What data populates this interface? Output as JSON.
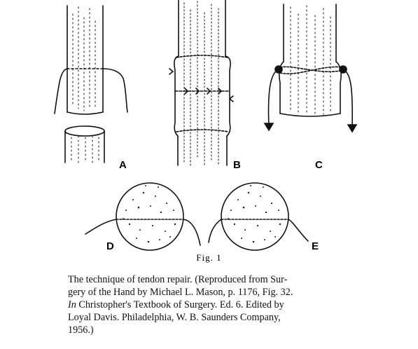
{
  "figure": {
    "panel_labels": {
      "a": "A",
      "b": "B",
      "c": "C",
      "d": "D",
      "e": "E"
    },
    "fig_number": "Fig. 1"
  },
  "caption": {
    "line1": "The technique of tendon repair. (Reproduced from Sur-",
    "line2": "gery of the Hand by Michael L. Mason, p. 1176, Fig. 32.",
    "line3_italic": "In",
    "line3_rest": " Christopher's Textbook of Surgery. Ed. 6. Edited by",
    "line4": "Loyal Davis. Philadelphia, W. B. Saunders Company,",
    "line5": "1956.)"
  }
}
